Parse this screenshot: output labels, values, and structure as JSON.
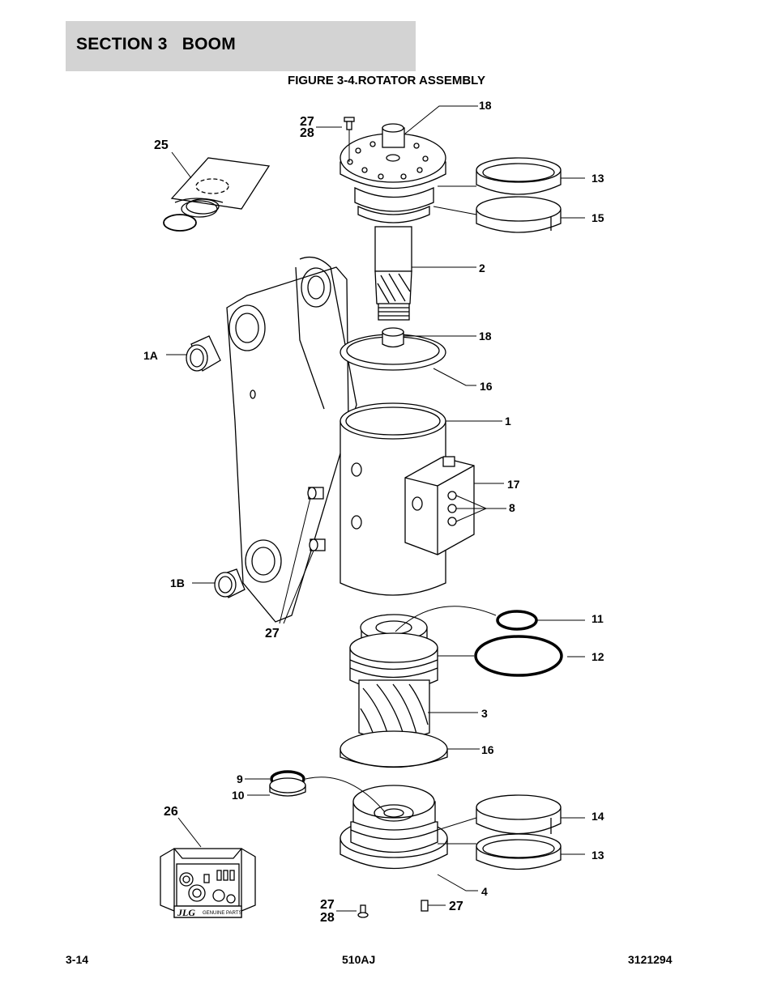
{
  "header": {
    "section": "SECTION 3   BOOM"
  },
  "figure": {
    "title": "FIGURE 3-4.ROTATOR ASSEMBLY"
  },
  "callouts": {
    "c18_top": "18",
    "c27_top": "27",
    "c28_top": "28",
    "c25": "25",
    "c13_top": "13",
    "c15": "15",
    "c2": "2",
    "c18_mid": "18",
    "c1a": "1A",
    "c16_top": "16",
    "c1": "1",
    "c17": "17",
    "c8": "8",
    "c1b": "1B",
    "c27_mid": "27",
    "c11": "11",
    "c12": "12",
    "c3": "3",
    "c16_bot": "16",
    "c9": "9",
    "c10": "10",
    "c26": "26",
    "c14": "14",
    "c13_bot": "13",
    "c4": "4",
    "c27_bot_l": "27",
    "c28_bot": "28",
    "c27_bot_r": "27"
  },
  "kit_label": {
    "logo": "JLG",
    "text": "GENUINE PARTS"
  },
  "footer": {
    "page": "3-14",
    "model": "510AJ",
    "doc": "3121294"
  }
}
